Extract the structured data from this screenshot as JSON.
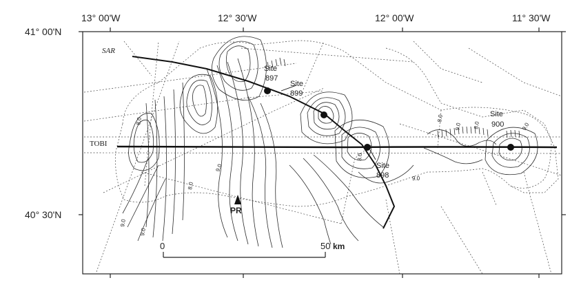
{
  "map": {
    "longitude_labels": [
      "13° 00'W",
      "12° 30'W",
      "12° 00'W",
      "11° 30'W"
    ],
    "latitude_labels": [
      "41° 00'N",
      "40° 30'N"
    ],
    "track_labels": {
      "sar": "SAR",
      "tobi": "TOBI"
    },
    "sites": [
      {
        "label_top": "Site",
        "label_bottom": "897"
      },
      {
        "label_top": "Site",
        "label_bottom": "899"
      },
      {
        "label_top": "Site",
        "label_bottom": "898"
      },
      {
        "label_top": "Site",
        "label_bottom": "900"
      }
    ],
    "contour_values": [
      "8.0",
      "9.0",
      "9.0",
      "8.0",
      "9.0",
      "8.0",
      "9.0",
      "8.0",
      "9.0",
      "8.0",
      "9.0"
    ],
    "pr_label": "PR",
    "scale_bar": {
      "start": "0",
      "end": "50",
      "unit": "km"
    }
  }
}
